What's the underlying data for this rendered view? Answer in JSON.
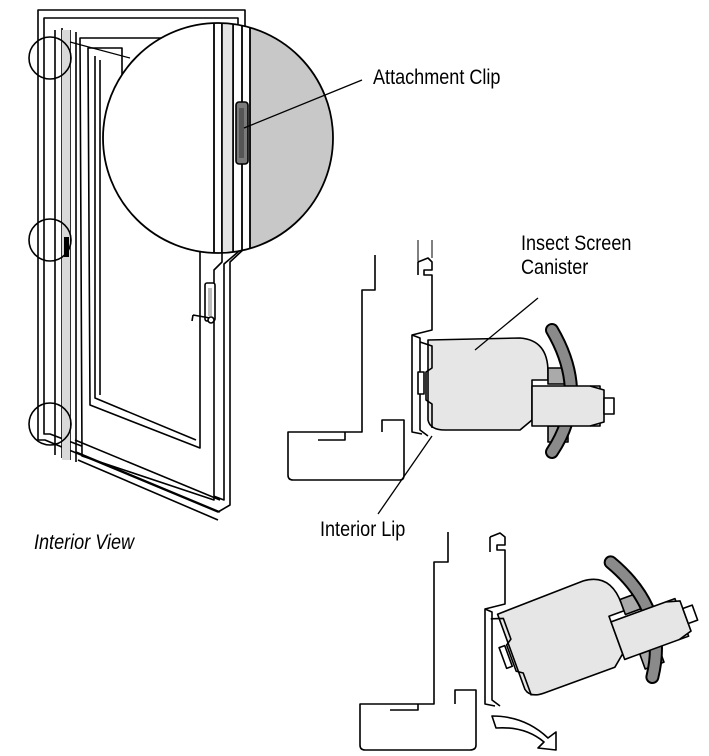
{
  "labels": {
    "attachment_clip": "Attachment Clip",
    "canister_line1": "Insect Screen",
    "canister_line2": "Canister",
    "interior_lip": "Interior Lip",
    "interior_view": "Interior View"
  },
  "colors": {
    "stroke": "#000000",
    "canister_fill": "#e6e6e6",
    "frame_gray": "#cfcfcf",
    "handle_gray": "#8a8a8a",
    "background": "#ffffff"
  }
}
